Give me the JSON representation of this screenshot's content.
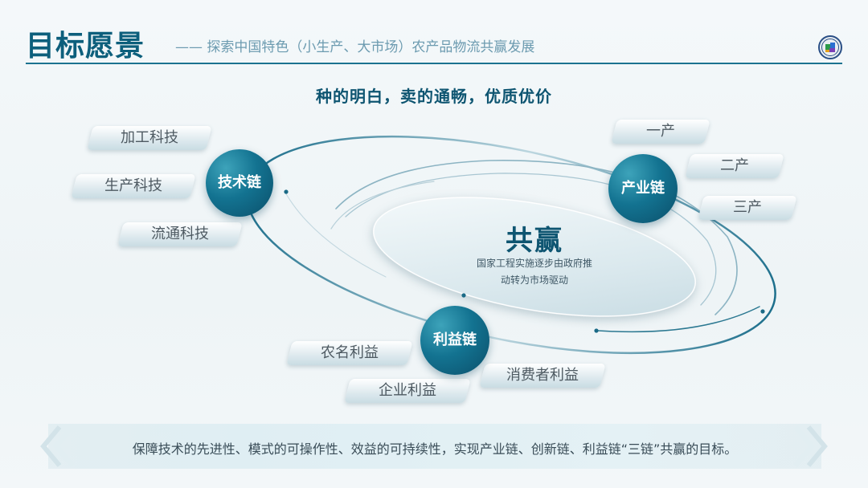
{
  "header": {
    "title": "目标愿景",
    "subtitle": "—— 探索中国特色（小生产、大市场）农产品物流共赢发展"
  },
  "slogan": "种的明白，卖的通畅，优质优价",
  "nodes": {
    "tech": "技术链",
    "industry": "产业链",
    "benefit": "利益链"
  },
  "tech_tags": [
    "加工科技",
    "生产科技",
    "流通科技"
  ],
  "industry_tags": [
    "一产",
    "二产",
    "三产"
  ],
  "benefit_tags": [
    "农名利益",
    "企业利益",
    "消费者利益"
  ],
  "center": {
    "title": "共赢",
    "line1": "国家工程实施逐步由政府推",
    "line2": "动转为市场驱动"
  },
  "footer": "保障技术的先进性、模式的可操作性、效益的可持续性，实现产业链、创新链、利益链“三链”共赢的目标。",
  "colors": {
    "primary": "#0d5f7c",
    "accent": "#137391",
    "text": "#4e5a62"
  }
}
